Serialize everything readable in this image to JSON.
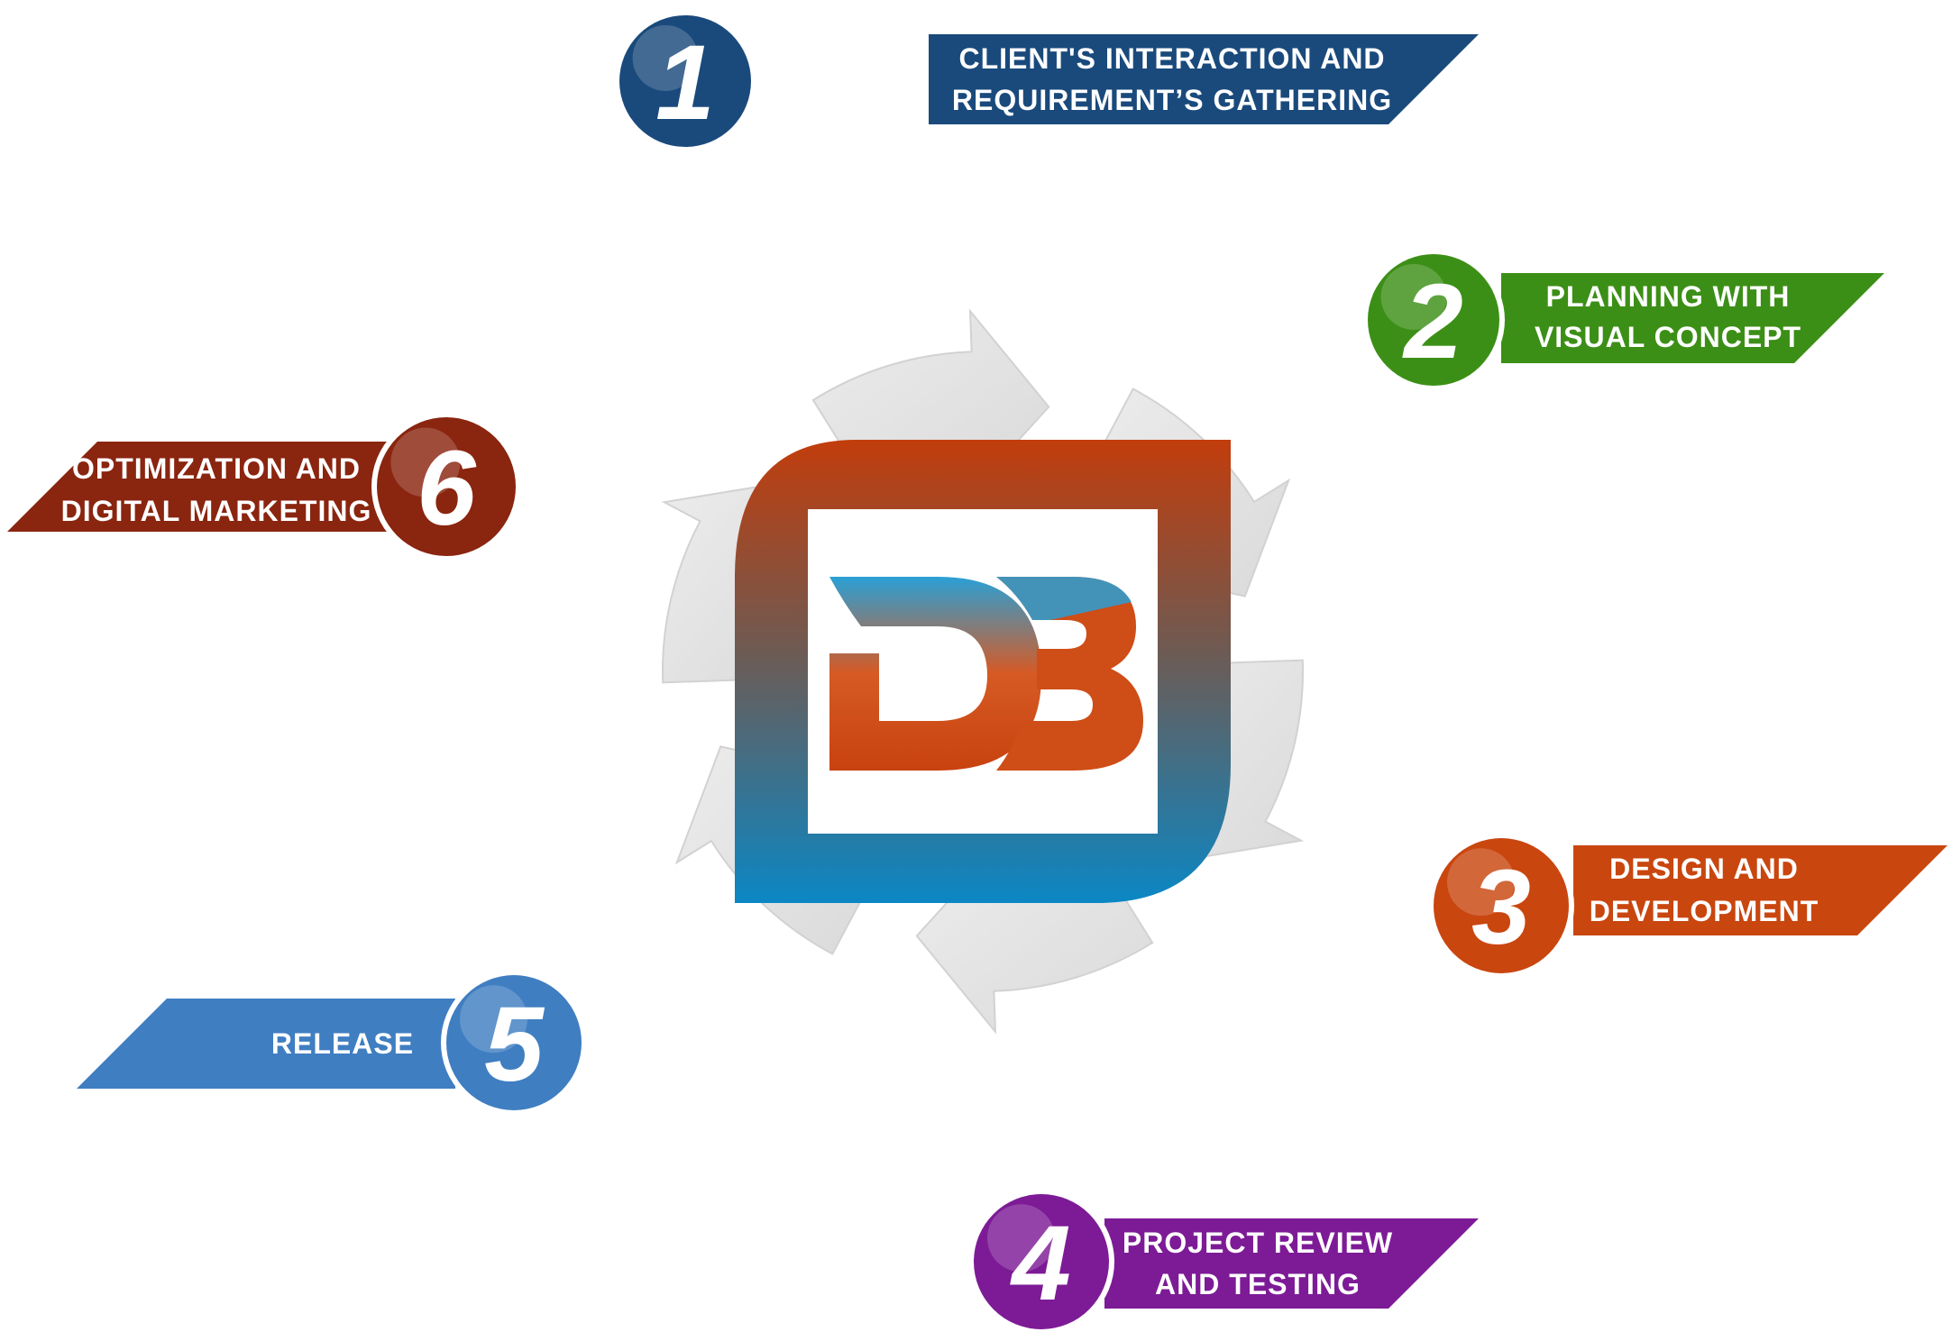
{
  "logo": {
    "text": "DB"
  },
  "steps": [
    {
      "number": "1",
      "lines": [
        "CLIENT'S INTERACTION AND",
        "REQUIREMENT’S GATHERING"
      ],
      "color": "#1a4a7c",
      "name": "step-1"
    },
    {
      "number": "2",
      "lines": [
        "PLANNING WITH",
        "VISUAL CONCEPT"
      ],
      "color": "#3c8f16",
      "name": "step-2"
    },
    {
      "number": "3",
      "lines": [
        "DESIGN AND",
        "DEVELOPMENT"
      ],
      "color": "#c9460f",
      "name": "step-3"
    },
    {
      "number": "4",
      "lines": [
        "PROJECT REVIEW",
        "AND TESTING"
      ],
      "color": "#7d1b96",
      "name": "step-4"
    },
    {
      "number": "5",
      "lines": [
        "RELEASE"
      ],
      "color": "#3f7ec1",
      "name": "step-5"
    },
    {
      "number": "6",
      "lines": [
        "OPTIMIZATION AND",
        "DIGITAL MARKETING"
      ],
      "color": "#8a2510",
      "name": "step-6"
    }
  ]
}
